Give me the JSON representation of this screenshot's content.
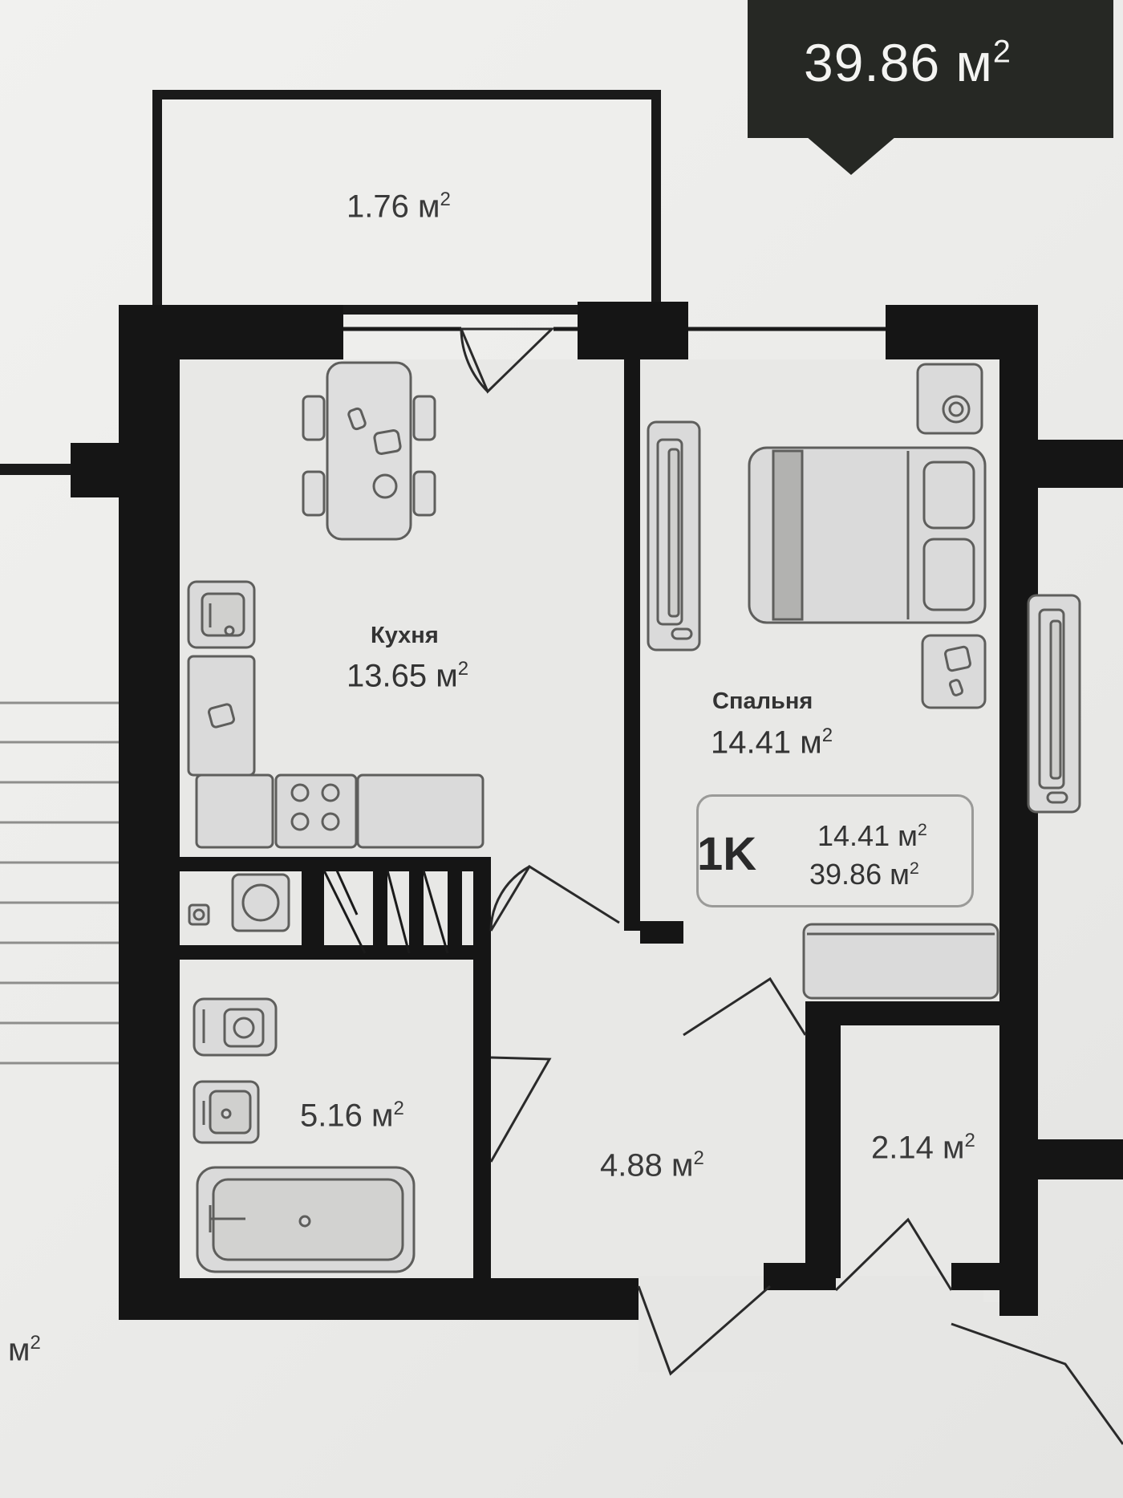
{
  "header": {
    "total_area": "39.86 м",
    "unit": "2"
  },
  "rooms": {
    "balcony": {
      "area": "1.76 м",
      "unit": "2"
    },
    "kitchen": {
      "name": "Кухня",
      "area": "13.65 м",
      "unit": "2"
    },
    "bedroom": {
      "name": "Спальня",
      "area": "14.41 м",
      "unit": "2"
    },
    "bathroom": {
      "area": "5.16 м",
      "unit": "2"
    },
    "hallway": {
      "area": "4.88 м",
      "unit": "2"
    },
    "storage": {
      "area": "2.14 м",
      "unit": "2"
    },
    "neighbor": {
      "area": "м",
      "unit": "2"
    }
  },
  "unit_badge": {
    "code": "1K",
    "living_area": "14.41 м",
    "total_area": "39.86 м",
    "unit": "2"
  },
  "colors": {
    "wall": "#151515",
    "floor": "#e8e8e6",
    "badge_bg": "#262824",
    "furniture_line": "#6e6e6c",
    "furniture_fill": "#dcdcda"
  }
}
